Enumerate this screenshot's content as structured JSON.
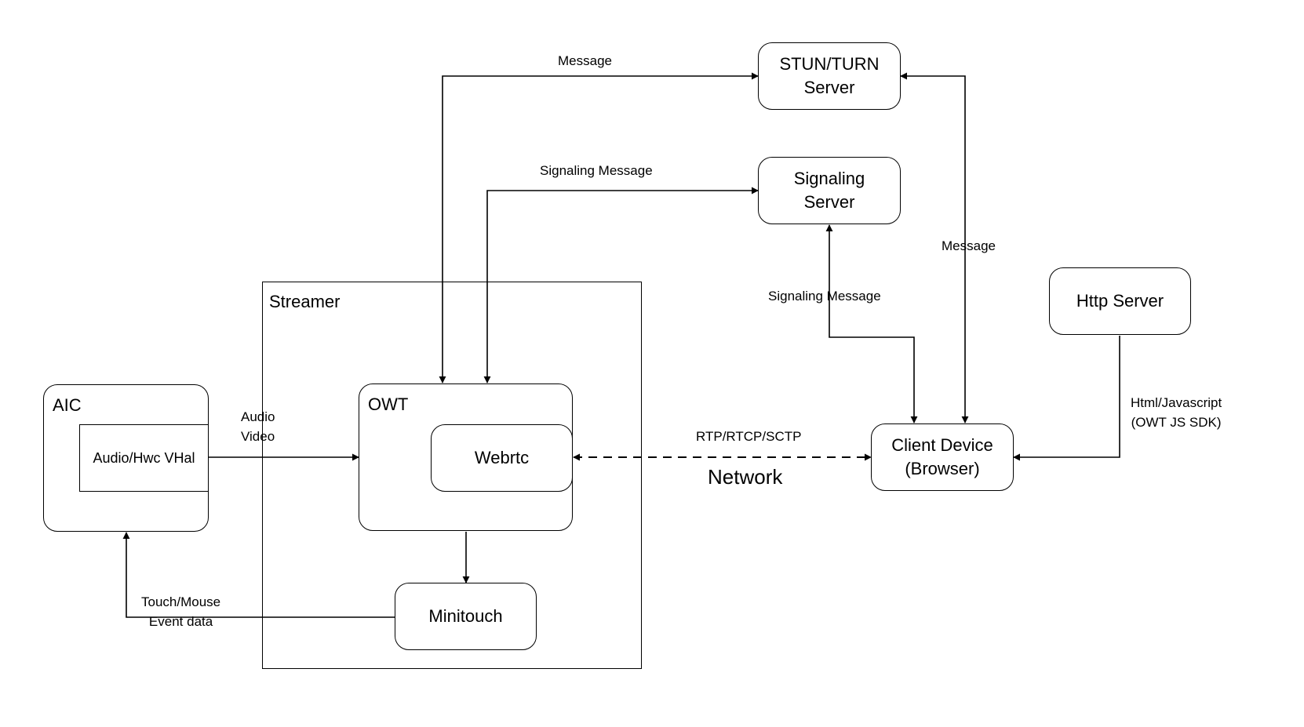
{
  "nodes": {
    "stun": "STUN/TURN\nServer",
    "signaling": "Signaling\nServer",
    "http": "Http Server",
    "streamer": "Streamer",
    "owt": "OWT",
    "webrtc": "Webrtc",
    "minitouch": "Minitouch",
    "aic": "AIC",
    "vhal": "Audio/Hwc VHal",
    "client": "Client Device\n(Browser)"
  },
  "edges": {
    "owt_stun": "Message",
    "owt_signaling": "Signaling Message",
    "client_stun": "Message",
    "client_signaling": "Signaling Message",
    "http_client": "Html/Javascript\n(OWT JS SDK)",
    "vhal_owt": "Audio\nVideo",
    "webrtc_client": "RTP/RTCP/SCTP",
    "network": "Network",
    "minitouch_aic": "Touch/Mouse\nEvent data"
  }
}
